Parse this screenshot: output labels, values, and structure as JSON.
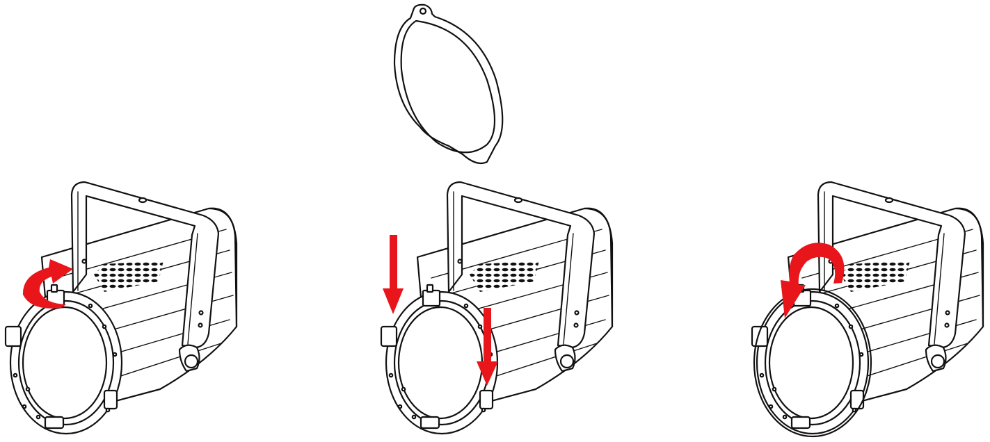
{
  "diagram": {
    "steps": [
      {
        "action": "rotate-latch-open",
        "arrow": "curved-arrow"
      },
      {
        "action": "insert-filter-frame",
        "arrow": "down-arrow"
      },
      {
        "action": "rotate-latch-closed",
        "arrow": "curved-arrow"
      }
    ],
    "colors": {
      "line": "#111111",
      "background": "#ffffff",
      "arrow": "#e8151b"
    }
  }
}
